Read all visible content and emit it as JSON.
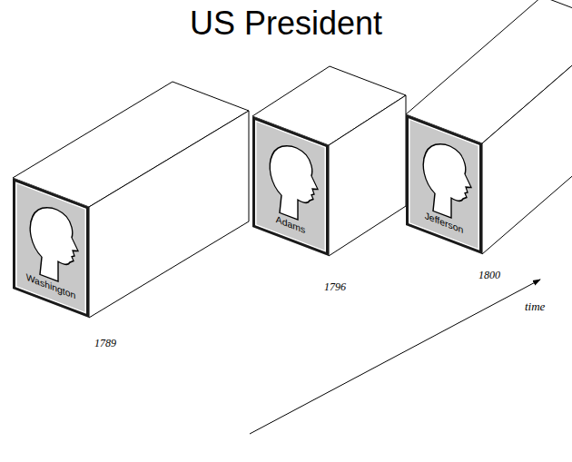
{
  "diagram": {
    "title": "US President",
    "nodes": [
      {
        "text": [
          "Washington"
        ]
      },
      {
        "text": [
          "Adams"
        ]
      },
      {
        "text": [
          "Jefferson"
        ]
      }
    ],
    "labels": [
      "1789",
      "1796",
      "1800",
      "time"
    ]
  }
}
